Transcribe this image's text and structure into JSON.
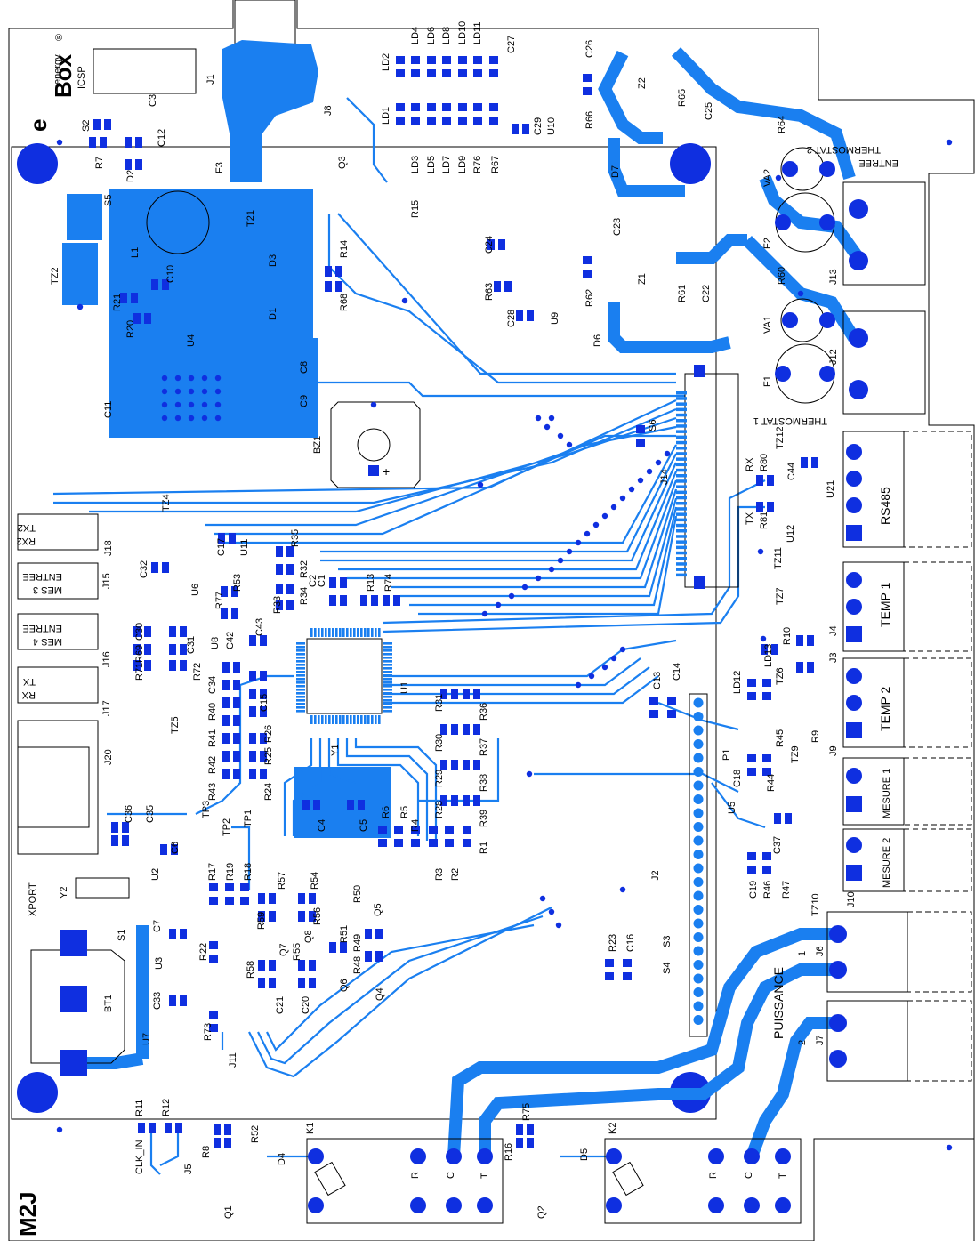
{
  "logo": {
    "brand_word": "Box",
    "registered": "®",
    "brand_e": "e",
    "brand_sub": "energy",
    "maker": "M2J"
  },
  "connectors": {
    "icsp": "ICSP",
    "xport": "XPORT",
    "thermostat1": "THERMOSTAT 1",
    "thermostat2": "THERMOSTAT 2",
    "entree": "ENTREE",
    "rs485": "RS485",
    "temp1": "TEMP 1",
    "temp2": "TEMP 2",
    "mesure1": "MESURE 1",
    "mesure2": "MESURE 2",
    "puissance": "PUISSANCE",
    "p1": "1",
    "p2": "2",
    "clk_in": "CLK_IN",
    "tx2": "TX2",
    "rx2": "RX2",
    "entree_mes3": "ENTREE",
    "mes3": "MES 3",
    "entree_mes4": "ENTREE",
    "mes4": "MES 4",
    "tx": "TX",
    "rx": "RX",
    "rx_small": "RX",
    "tx_small": "TX",
    "plus": "+",
    "r": "R",
    "c": "C",
    "t": "T"
  },
  "refs": {
    "j1": "J1",
    "j8": "J8",
    "s2": "S2",
    "c3": "C3",
    "c12": "C12",
    "r7": "R7",
    "d2": "D2",
    "f3": "F3",
    "q3": "Q3",
    "r15": "R15",
    "t21": "T21",
    "l1": "L1",
    "s5": "S5",
    "tz2": "TZ2",
    "c10": "C10",
    "r21": "R21",
    "r20": "R20",
    "u4": "U4",
    "d1": "D1",
    "d3": "D3",
    "r14": "R14",
    "r68": "R68",
    "c8": "C8",
    "c9": "C9",
    "c11": "C11",
    "bz1": "BZ1",
    "ld2": "LD2",
    "ld4": "LD4",
    "ld6": "LD6",
    "ld8": "LD8",
    "ld10": "LD10",
    "ld11": "LD11",
    "c27": "C27",
    "ld1": "LD1",
    "ld3": "LD3",
    "ld5": "LD5",
    "ld7": "LD7",
    "ld9": "LD9",
    "r76": "R76",
    "r67": "R67",
    "c26": "C26",
    "z2": "Z2",
    "r65": "R65",
    "c25": "C25",
    "r64": "R64",
    "c29": "C29",
    "u10": "U10",
    "r66": "R66",
    "d7": "D7",
    "va2": "VA2",
    "f2": "F2",
    "j13": "J13",
    "c24": "C24",
    "c23": "C23",
    "z1": "Z1",
    "r61": "R61",
    "c22": "C22",
    "r60": "R60",
    "r63": "R63",
    "c28": "C28",
    "u9": "U9",
    "r62": "R62",
    "d6": "D6",
    "va1": "VA1",
    "j12": "J12",
    "f1": "F1",
    "s6": "S6",
    "j14": "J14",
    "tz12": "TZ12",
    "rx80": "R80",
    "c44": "C44",
    "u21": "U21",
    "r81": "R81",
    "u12": "U12",
    "tz11": "TZ11",
    "tz7": "TZ7",
    "r10": "R10",
    "j4": "J4",
    "j3": "J3",
    "tz6": "TZ6",
    "ld12": "LD12",
    "ld13": "LD13",
    "r45": "R45",
    "r9": "R9",
    "j9": "J9",
    "tz9": "TZ9",
    "p1": "P1",
    "c18": "C18",
    "r44": "R44",
    "u5": "U5",
    "c37": "C37",
    "c19": "C19",
    "r46": "R46",
    "r47": "R47",
    "tz10": "TZ10",
    "j10": "J10",
    "j6": "J6",
    "j7": "J7",
    "c13": "C13",
    "c14": "C14",
    "j2": "J2",
    "s3": "S3",
    "s4": "S4",
    "r23": "R23",
    "c16": "C16",
    "j18": "J18",
    "tz4": "TZ4",
    "c32": "C32",
    "j15": "J15",
    "u6": "U6",
    "c30": "C30",
    "r69": "R69",
    "c31": "C31",
    "r71": "R71",
    "r72": "R72",
    "j16": "J16",
    "j17": "J17",
    "tz5": "TZ5",
    "j20": "J20",
    "c36": "C36",
    "c35": "C35",
    "c17": "C17",
    "u11": "U11",
    "r77": "R77",
    "r53": "R53",
    "u8": "U8",
    "c42": "C42",
    "c43": "C43",
    "c34": "C34",
    "r40": "R40",
    "r41": "R41",
    "r42": "R42",
    "r43": "R43",
    "r33": "R33",
    "r35": "R35",
    "r32": "R32",
    "r34": "R34",
    "c2": "C2",
    "c1": "C1",
    "r13": "R13",
    "r74": "R74",
    "c15": "C15",
    "r26": "R26",
    "r25": "R25",
    "r24": "R24",
    "u1": "U1",
    "y1": "Y1",
    "r31": "R31",
    "r36": "R36",
    "r30": "R30",
    "r37": "R37",
    "r29": "R29",
    "r38": "R38",
    "r28": "R28",
    "r39": "R39",
    "r4": "R4",
    "r1": "R1",
    "r3": "R3",
    "r2": "R2",
    "c4": "C4",
    "c5": "C5",
    "r6": "R6",
    "r5": "R5",
    "tp3": "TP3",
    "tp2": "TP2",
    "tp1": "TP1",
    "c6": "C6",
    "u2": "U2",
    "y2": "Y2",
    "r17": "R17",
    "r19": "R19",
    "r18": "R18",
    "r57": "R57",
    "r54": "R54",
    "r50": "R50",
    "q5": "Q5",
    "r59": "R59",
    "r56": "R56",
    "r51": "R51",
    "q8": "Q8",
    "q7": "Q7",
    "r49": "R49",
    "r48": "R48",
    "r55": "R55",
    "r58": "R58",
    "c21": "C21",
    "c20": "C20",
    "q6": "Q6",
    "q4": "Q4",
    "s1": "S1",
    "c7": "C7",
    "u3": "U3",
    "r22": "R22",
    "bt1": "BT1",
    "c33": "C33",
    "u7": "U7",
    "r73": "R73",
    "j11": "J11",
    "r11": "R11",
    "r12": "R12",
    "r8": "R8",
    "r52": "R52",
    "j5": "J5",
    "q1": "Q1",
    "d4": "D4",
    "k1": "K1",
    "r75": "R75",
    "r16": "R16",
    "q2": "Q2",
    "d5": "D5",
    "k2": "K2"
  }
}
